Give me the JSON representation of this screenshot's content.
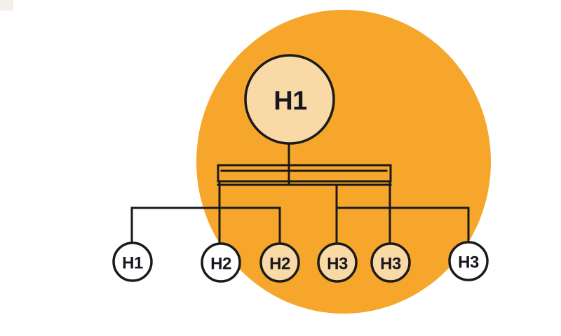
{
  "diagram": {
    "type": "heading-hierarchy-tree",
    "root": {
      "label": "H1",
      "fill_color": "#f9d9a6"
    },
    "children": [
      {
        "label": "H1",
        "fill_color": "#ffffff"
      },
      {
        "label": "H2",
        "fill_color": "#ffffff"
      },
      {
        "label": "H2",
        "fill_color": "#f9d9a6"
      },
      {
        "label": "H3",
        "fill_color": "#f9d9a6"
      },
      {
        "label": "H3",
        "fill_color": "#f9d9a6"
      },
      {
        "label": "H3",
        "fill_color": "#ffffff"
      }
    ]
  },
  "colors": {
    "background": "#ffffff",
    "accent_circle": "#f6a62b",
    "node_peach": "#f9d9a6",
    "node_white": "#ffffff",
    "line": "#1a1a1a",
    "text": "#17171f",
    "corner_artifact": "#f3efe9"
  }
}
